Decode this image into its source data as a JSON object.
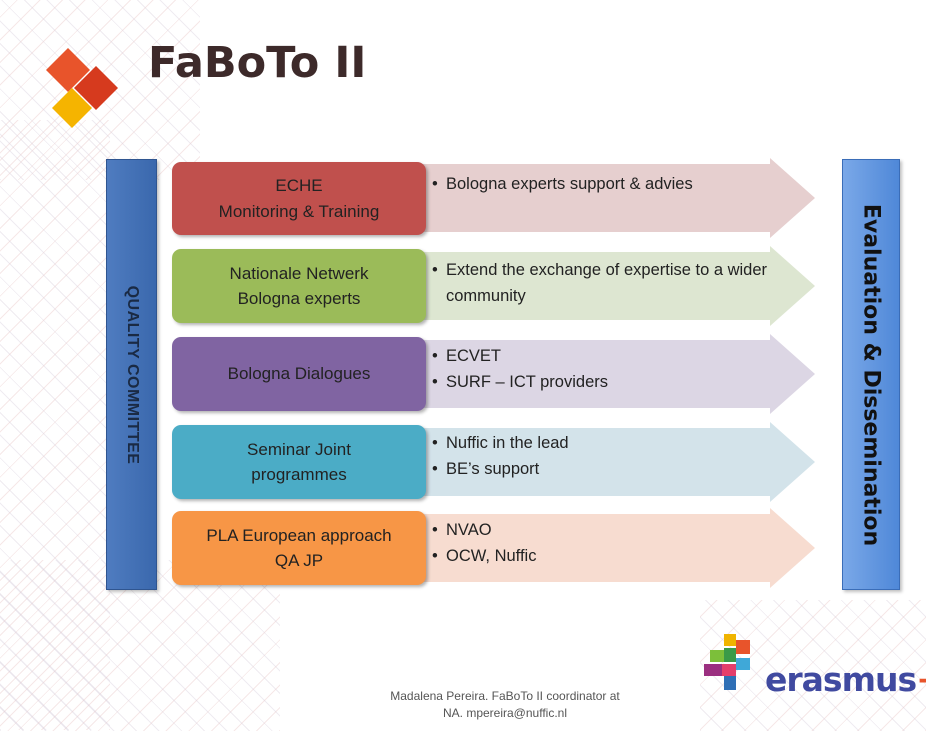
{
  "title": "FaBoTo II",
  "left_bar_label": "QUALITY COMMITTEE",
  "right_bar_label": "Evaluation & Dissemination",
  "rows": [
    {
      "box_lines": [
        "ECHE",
        "Monitoring & Training"
      ],
      "box_color": "#c0504d",
      "arrow_color": "#e6cfcf",
      "bullets": [
        "Bologna experts support & advies"
      ]
    },
    {
      "box_lines": [
        "Nationale Netwerk",
        "Bologna experts"
      ],
      "box_color": "#9bbb59",
      "arrow_color": "#dde6d1",
      "bullets": [
        "Extend the exchange of expertise to a wider community"
      ]
    },
    {
      "box_lines": [
        "Bologna Dialogues"
      ],
      "box_color": "#8064a2",
      "arrow_color": "#dcd6e4",
      "bullets": [
        "ECVET",
        "SURF – ICT providers"
      ]
    },
    {
      "box_lines": [
        "Seminar Joint",
        "programmes"
      ],
      "box_color": "#4bacc6",
      "arrow_color": "#d3e3ea",
      "bullets": [
        "Nuffic in the lead",
        "BE’s support"
      ]
    },
    {
      "box_lines": [
        "PLA European approach",
        "QA JP"
      ],
      "box_color": "#f79646",
      "arrow_color": "#f7dcd0",
      "bullets": [
        "NVAO",
        "OCW, Nuffic"
      ]
    }
  ],
  "footer": {
    "line1": "Madalena Pereira. FaBoTo II coordinator at",
    "line2": "NA. mpereira@nuffic.nl"
  },
  "logo": {
    "wordmark": "erasmus",
    "plus": "+"
  }
}
